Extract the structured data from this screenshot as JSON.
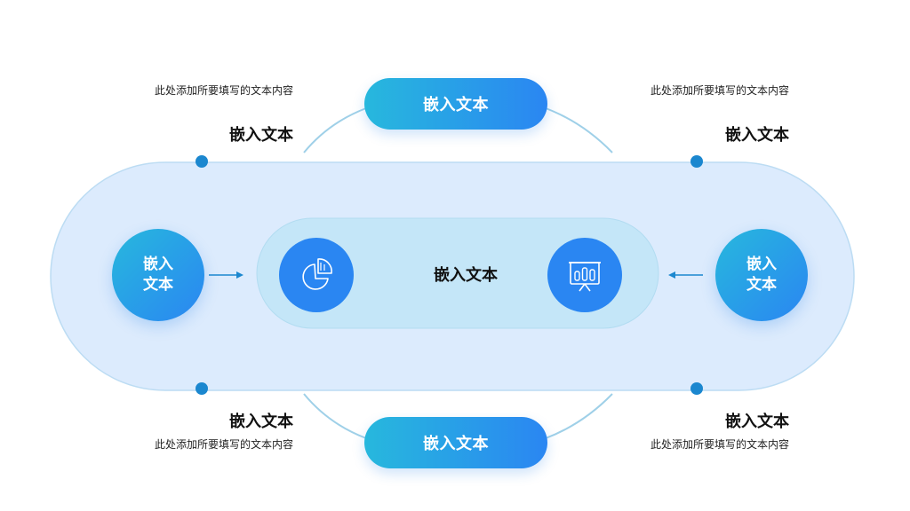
{
  "top_pill": "嵌入文本",
  "bottom_pill": "嵌入文本",
  "left_circle": "嵌入文本",
  "right_circle": "嵌入文本",
  "center_label": "嵌入文本",
  "corners": {
    "top_left": {
      "title": "嵌入文本",
      "desc": "此处添加所要填写的文本内容"
    },
    "top_right": {
      "title": "嵌入文本",
      "desc": "此处添加所要填写的文本内容"
    },
    "bottom_left": {
      "title": "嵌入文本",
      "desc": "此处添加所要填写的文本内容"
    },
    "bottom_right": {
      "title": "嵌入文本",
      "desc": "此处添加所要填写的文本内容"
    }
  },
  "icons": {
    "left": "pie-chart-icon",
    "right": "presentation-board-icon"
  },
  "colors": {
    "outer_track": "#dcebfd",
    "inner_band": "#c4e6f8",
    "gradient_start": "#27b8dd",
    "gradient_end": "#2a86f2",
    "dot": "#1b87cf",
    "connector": "#9fd0e8"
  }
}
